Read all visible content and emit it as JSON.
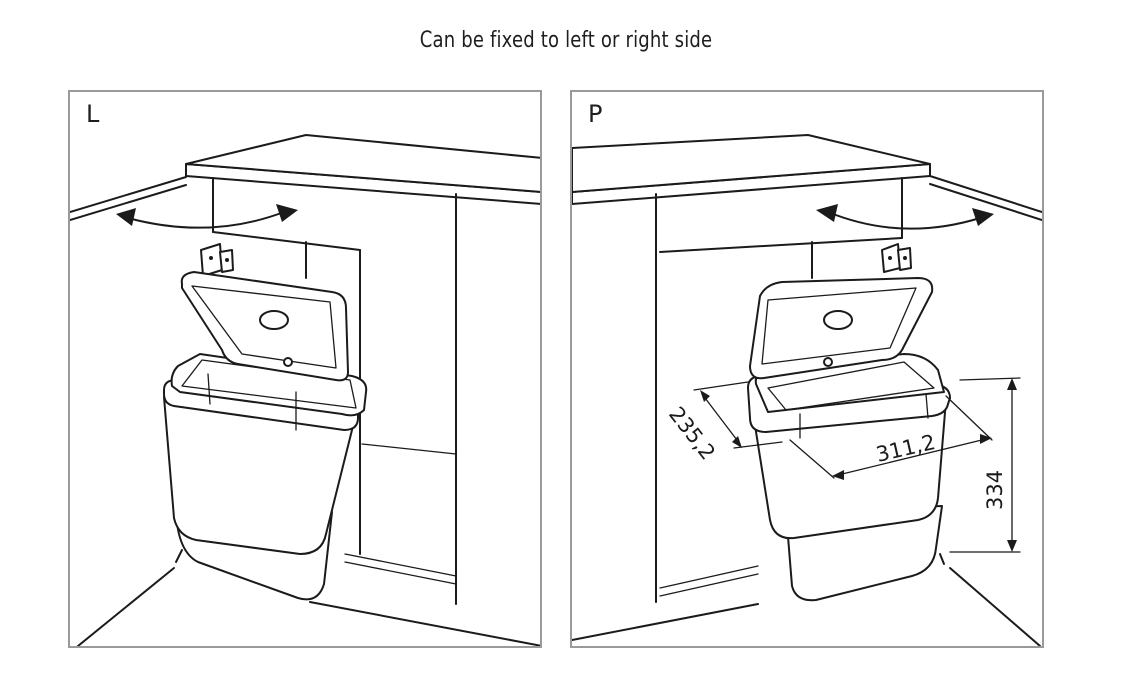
{
  "page": {
    "title": "Can be fixed to left or right side"
  },
  "panels": {
    "left": {
      "label": "L"
    },
    "right": {
      "label": "P"
    }
  },
  "dimensions": {
    "depth": "235,2",
    "width": "311,2",
    "height": "334"
  }
}
